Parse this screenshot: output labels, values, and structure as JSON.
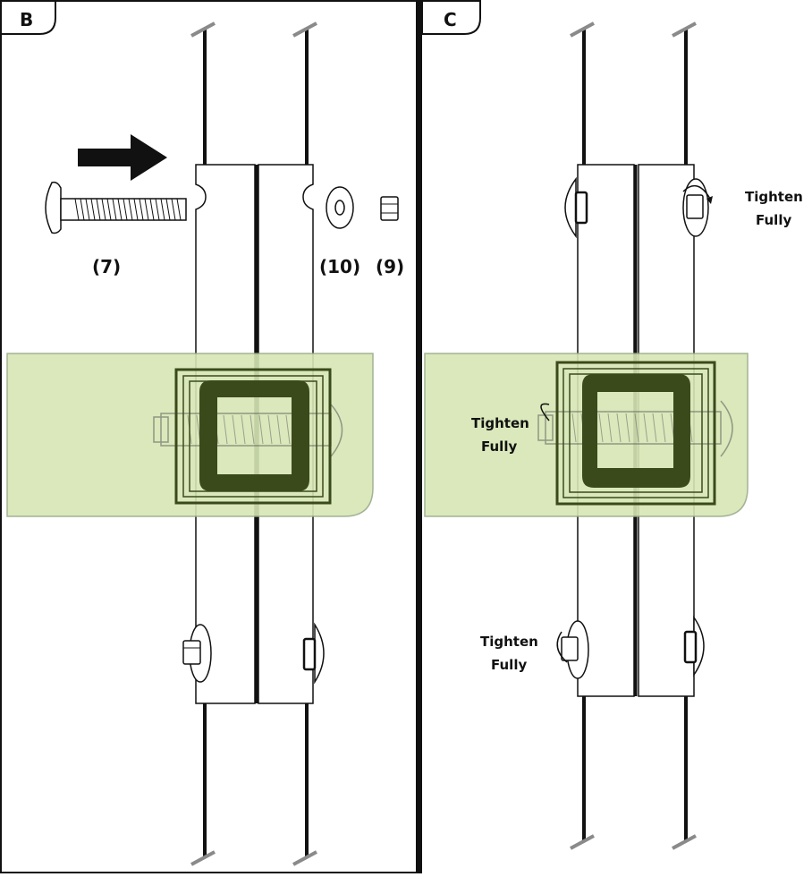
{
  "panels": [
    {
      "id": "B",
      "label": "B"
    },
    {
      "id": "C",
      "label": "C"
    }
  ],
  "parts": {
    "bolt": "(7)",
    "washer": "(10)",
    "nut": "(9)"
  },
  "annotations": {
    "c_top_right": [
      "Tighten",
      "Fully"
    ],
    "c_middle_left": [
      "Tighten",
      "Fully"
    ],
    "c_bottom_left": [
      "Tighten",
      "Fully"
    ]
  },
  "colors": {
    "highlight": "#d6e6b4",
    "highlight_border": "#9aaa88",
    "clamp": "#3b4a1a",
    "line": "#111111",
    "cap": "#8a8a8a"
  }
}
